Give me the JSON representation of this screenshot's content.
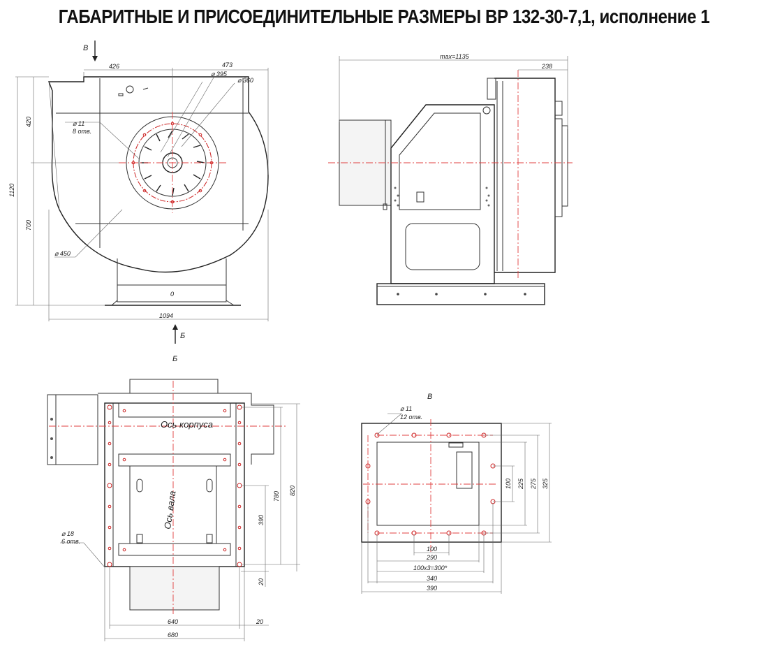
{
  "title": "ГАБАРИТНЫЕ И ПРИСОЕДИНИТЕЛЬНЫЕ РАЗМЕРЫ ВР 132-30-7,1, исполнение 1",
  "front_view": {
    "arrow_v": "В",
    "arrow_b": "Б",
    "dim_426": "426",
    "dim_473": "473",
    "dim_395": "⌀ 395",
    "dim_360": "⌀ 360",
    "dim_11": "⌀ 11",
    "dim_11_note": "8 отв.",
    "dim_450": "⌀ 450",
    "dim_420": "420",
    "dim_1120": "1120",
    "dim_700": "700",
    "dim_1094": "1094"
  },
  "side_view": {
    "dim_max": "max=1135",
    "dim_238": "238"
  },
  "bottom_view": {
    "label": "Б",
    "axis_body": "Ось корпуса",
    "axis_shaft": "Ось вала",
    "dim_18": "⌀ 18",
    "dim_18_note": "6 отв.",
    "dim_820": "820",
    "dim_780": "780",
    "dim_390": "390",
    "dim_20a": "20",
    "dim_640": "640",
    "dim_20b": "20",
    "dim_680": "680"
  },
  "flange_view": {
    "label": "В",
    "dim_11": "⌀ 11",
    "dim_11_note": "12 отв.",
    "dim_100v": "100",
    "dim_225": "225",
    "dim_275": "275",
    "dim_325": "325",
    "dim_100": "100",
    "dim_290": "290",
    "dim_100x3": "100х3=300*",
    "dim_340": "340",
    "dim_390": "390"
  }
}
